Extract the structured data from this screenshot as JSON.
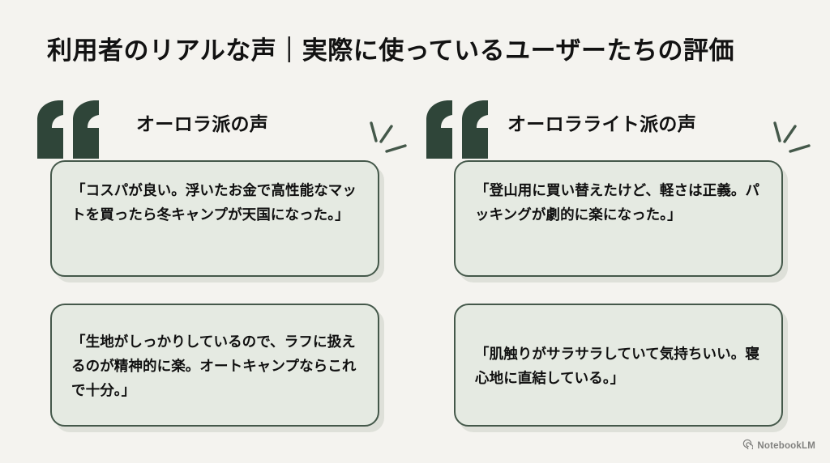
{
  "page": {
    "title": "利用者のリアルな声｜実際に使っているユーザーたちの評価",
    "background_color": "#f4f3ef",
    "accent_color": "#2f4539",
    "card_fill_color": "#e5eae2",
    "card_border_color": "#44584a"
  },
  "columns": [
    {
      "id": "aurora",
      "heading": "オーロラ派の声",
      "quote_icon": "quote-open-icon",
      "spark_icon": "sparkle-lines-icon",
      "testimonials": [
        {
          "text": "「コスパが良い。浮いたお金で高性能なマットを買ったら冬キャンプが天国になった。」"
        },
        {
          "text": "「生地がしっかりしているので、ラフに扱えるのが精神的に楽。オートキャンプならこれで十分。」"
        }
      ]
    },
    {
      "id": "aurora-light",
      "heading": "オーロラライト派の声",
      "quote_icon": "quote-open-icon",
      "spark_icon": "sparkle-lines-icon",
      "testimonials": [
        {
          "text": "「登山用に買い替えたけど、軽さは正義。パッキングが劇的に楽になった。」"
        },
        {
          "text": "「肌触りがサラサラしていて気持ちいい。寝心地に直結している。」"
        }
      ]
    }
  ],
  "watermark": {
    "label": "NotebookLM",
    "icon": "notebooklm-spiral-icon"
  }
}
